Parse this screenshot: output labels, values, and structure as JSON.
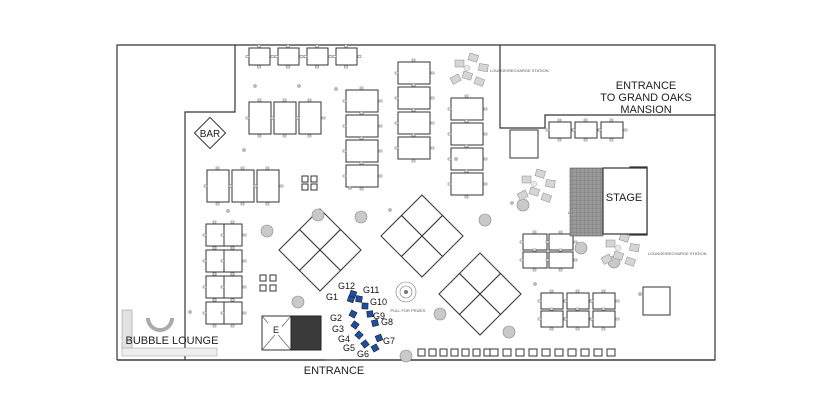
{
  "labels": {
    "bar": "BAR",
    "stage": "STAGE",
    "entrance_top_line1": "ENTRANCE",
    "entrance_top_line2": "TO GRAND OAKS",
    "entrance_top_line3": "MANSION",
    "bubble_lounge": "BUBBLE LOUNGE",
    "entrance_bottom": "ENTRANCE",
    "elevator": "E",
    "lounge_recharge": "LOUNGE/RECHARGE STATION",
    "pull_note": "PULL FOR PRIZES"
  },
  "booths": [
    "G1",
    "G2",
    "G3",
    "G4",
    "G5",
    "G6",
    "G7",
    "G8",
    "G9",
    "G10",
    "G11",
    "G12"
  ],
  "colors": {
    "booth": "#1f4f9e",
    "wall": "#333333",
    "stage_grid": "#888888",
    "dark_block": "#3a3a3a"
  }
}
